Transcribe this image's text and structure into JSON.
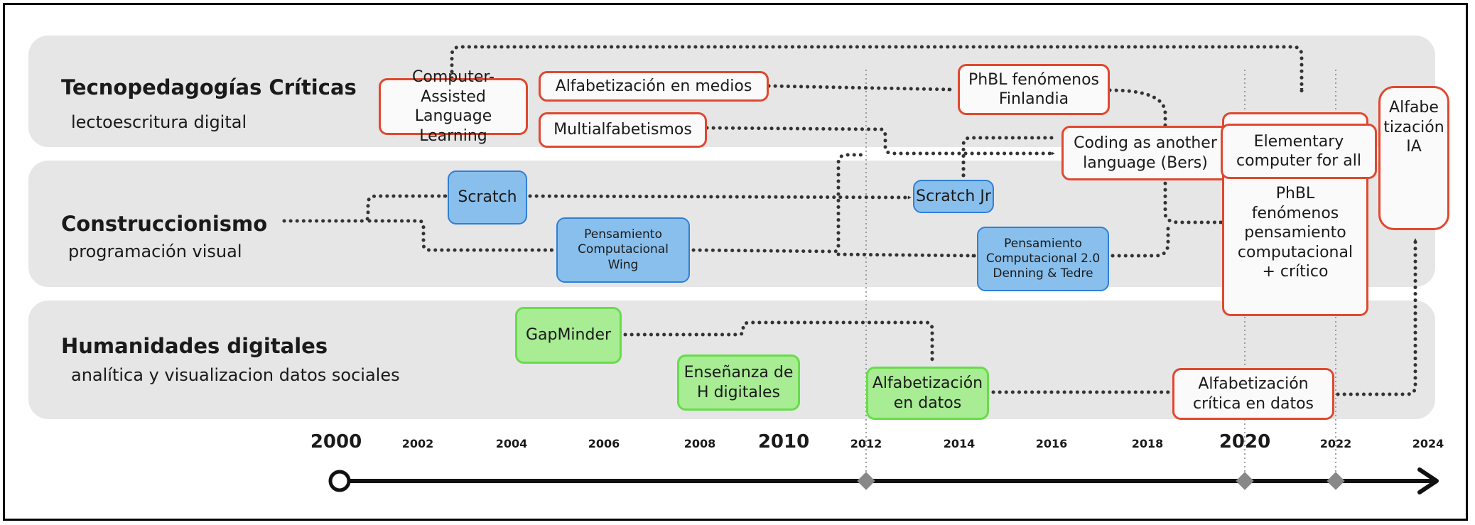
{
  "bands": [
    {
      "id": "tecno",
      "title": "Tecnopedagogías Críticas",
      "subtitle": "lectoescritura digital"
    },
    {
      "id": "constr",
      "title": "Construccionismo",
      "subtitle": "programación visual"
    },
    {
      "id": "human",
      "title": "Humanidades digitales",
      "subtitle": "analítica y visualizacion datos sociales"
    }
  ],
  "nodes": {
    "call": {
      "lines": [
        "Computer-Assisted",
        "Language Learning"
      ]
    },
    "medios": {
      "lines": [
        "Alfabetización en medios"
      ]
    },
    "multi": {
      "lines": [
        "Multialfabetismos"
      ]
    },
    "phbl_fin": {
      "lines": [
        "PhBL fenómenos",
        "Finlandia"
      ]
    },
    "coding": {
      "lines": [
        "Coding as another",
        "language (Bers)"
      ]
    },
    "elementary": {
      "lines": [
        "Elementary",
        "computer for all"
      ]
    },
    "phbl_pc": {
      "lines": [
        "PhBL",
        "fenómenos",
        "pensamiento",
        "computacional",
        "+ crítico"
      ]
    },
    "alfa_ia": {
      "lines": [
        "Alfabe",
        "tización",
        "IA"
      ]
    },
    "scratch": {
      "lines": [
        "Scratch"
      ]
    },
    "scratchjr": {
      "lines": [
        "Scratch Jr"
      ]
    },
    "pc_wing": {
      "lines": [
        "Pensamiento",
        "Computacional",
        "Wing"
      ]
    },
    "pc20": {
      "lines": [
        "Pensamiento",
        "Computacional 2.0",
        "Denning & Tedre"
      ]
    },
    "gapminder": {
      "lines": [
        "GapMinder"
      ]
    },
    "hdig": {
      "lines": [
        "Enseñanza de",
        "H digitales"
      ]
    },
    "alfa_datos": {
      "lines": [
        "Alfabetización",
        "en datos"
      ]
    },
    "alfa_critica": {
      "lines": [
        "Alfabetización",
        "crítica en datos"
      ]
    }
  },
  "timeline": {
    "years_big": [
      "2000",
      "2010",
      "2020"
    ],
    "years_small": [
      "2002",
      "2004",
      "2006",
      "2008",
      "2012",
      "2014",
      "2016",
      "2018",
      "2022",
      "2024"
    ]
  },
  "colors": {
    "red_border": "#e0482f",
    "blue_fill": "#89bfec",
    "blue_border": "#2f7fd6",
    "green_fill": "#a8ec94",
    "green_border": "#68dc4c",
    "band_bg": "#e6e6e6",
    "milestone": "#888888"
  }
}
